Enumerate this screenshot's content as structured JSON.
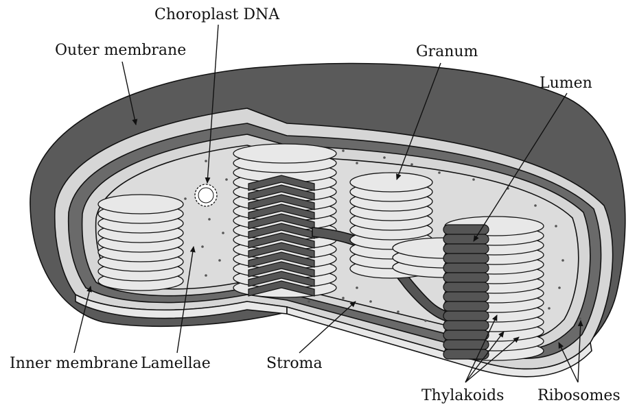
{
  "labels": {
    "choroplast_dna": "Choroplast DNA",
    "outer_membrane": "Outer membrane",
    "granum": "Granum",
    "lumen": "Lumen",
    "inner_membrane": "Inner membrane",
    "lamellae": "Lamellae",
    "stroma": "Stroma",
    "thylakoids": "Thylakoids",
    "ribosomes": "Ribosomes"
  },
  "colors": {
    "outer_membrane": "#5a5a5a",
    "intermembrane": "#d6d6d6",
    "inner_membrane": "#6a6a6a",
    "stroma": "#dcdcdc",
    "thylakoid_light": "#e8e8e8",
    "thylakoid_dark": "#555555"
  }
}
